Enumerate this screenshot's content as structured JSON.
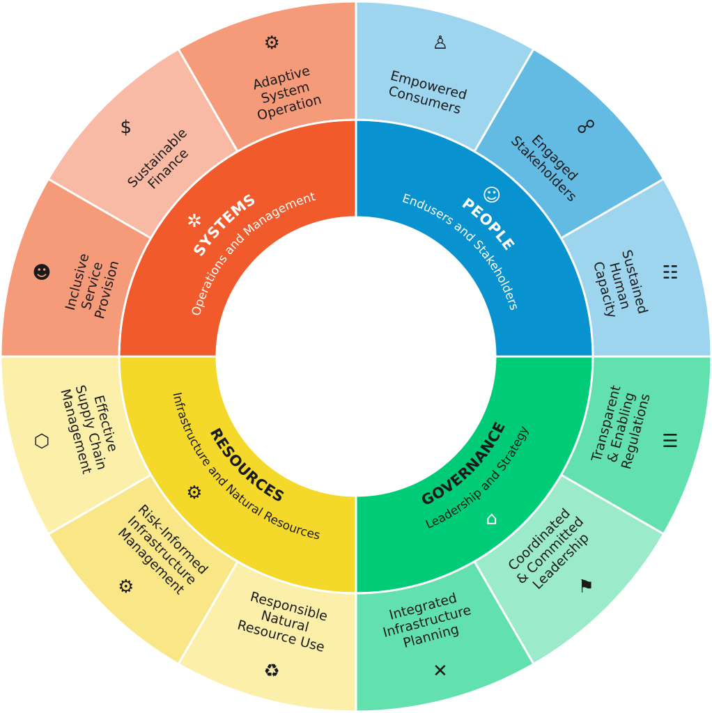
{
  "quadrants": [
    {
      "key": "systems",
      "title": "SYSTEMS",
      "subtitle": "Operations and Management",
      "color": "#F15A2B",
      "text_color": "#FFFFFF",
      "icon": "network-icon",
      "glyph": "✲",
      "items": [
        {
          "lines": [
            "Inclusive",
            "Service",
            "Provision"
          ],
          "color": "#F59B7A",
          "icon": "people-group-icon",
          "glyph": "☻"
        },
        {
          "lines": [
            "Sustainable",
            "Finance"
          ],
          "color": "#F8BAA5",
          "icon": "dollar-cycle-icon",
          "glyph": "$"
        },
        {
          "lines": [
            "Adaptive",
            "System",
            "Operation"
          ],
          "color": "#F59B7A",
          "icon": "gear-sliders-icon",
          "glyph": "⚙"
        }
      ]
    },
    {
      "key": "people",
      "title": "PEOPLE",
      "subtitle": "Endusers and Stakeholders",
      "color": "#0893D0",
      "text_color": "#FFFFFF",
      "icon": "people-icon",
      "glyph": "☺",
      "items": [
        {
          "lines": [
            "Empowered",
            "Consumers"
          ],
          "color": "#9DD4EE",
          "icon": "hands-person-icon",
          "glyph": "♙"
        },
        {
          "lines": [
            "Engaged",
            "Stakeholders"
          ],
          "color": "#63BBE3",
          "icon": "stakeholders-icon",
          "glyph": "☍"
        },
        {
          "lines": [
            "Sustained",
            "Human",
            "Capacity"
          ],
          "color": "#9DD4EE",
          "icon": "person-skills-icon",
          "glyph": "☷"
        }
      ]
    },
    {
      "key": "governance",
      "title": "GOVERNANCE",
      "subtitle": "Leadership and Strategy",
      "color": "#00CC77",
      "text_color": "#1A1A1A",
      "icon": "institution-icon",
      "glyph": "⌂",
      "icon_color": "#FFFFFF",
      "items": [
        {
          "lines": [
            "Transparent",
            "& Enabling",
            "Regulations"
          ],
          "color": "#62E0AD",
          "icon": "regulation-document-icon",
          "glyph": "☰"
        },
        {
          "lines": [
            "Coordinated",
            "& Committed",
            "Leadership"
          ],
          "color": "#9BEAC9",
          "icon": "leader-flag-icon",
          "glyph": "⚑"
        },
        {
          "lines": [
            "Integrated",
            "Infrastructure",
            "Planning"
          ],
          "color": "#62E0AD",
          "icon": "strategy-plan-icon",
          "glyph": "✕"
        }
      ]
    },
    {
      "key": "resources",
      "title": "RESOURCES",
      "subtitle": "Infrastructure and Natural Resources",
      "color": "#F5D92A",
      "text_color": "#1A1A1A",
      "icon": "hand-coins-icon",
      "glyph": "⚙",
      "items": [
        {
          "lines": [
            "Responsible",
            "Natural",
            "Resource Use"
          ],
          "color": "#FBEFA9",
          "icon": "leaf-cycle-icon",
          "glyph": "♻"
        },
        {
          "lines": [
            "Risk-Informed",
            "Infrastructure",
            "Management"
          ],
          "color": "#F9E686",
          "icon": "person-gear-icon",
          "glyph": "⚙"
        },
        {
          "lines": [
            "Effective",
            "Supply Chain",
            "Management"
          ],
          "color": "#FBEFA9",
          "icon": "supply-network-icon",
          "glyph": "⬡"
        }
      ]
    }
  ]
}
